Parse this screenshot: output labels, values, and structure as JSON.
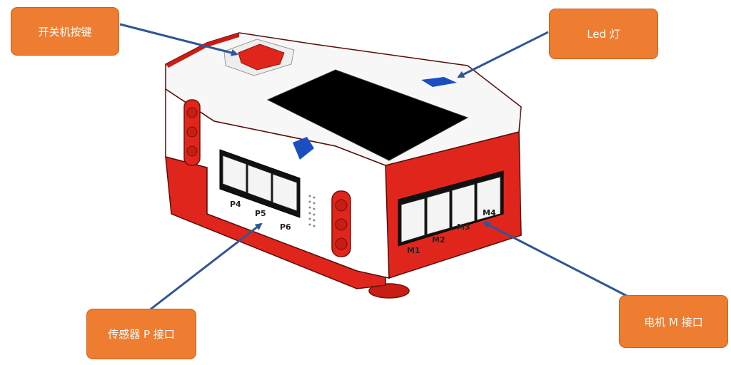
{
  "callouts": {
    "power_button": "开关机按键",
    "led": "Led 灯",
    "sensor_port": "传感器 P 接口",
    "motor_port": "电机 M 接口"
  },
  "port_labels": {
    "sensor": [
      "P4",
      "P5",
      "P6"
    ],
    "motor": [
      "M1",
      "M2",
      "M3",
      "M4"
    ]
  },
  "colors": {
    "callout_fill": "#ee7d31",
    "callout_text": "#ffffff",
    "arrow": "#2f5597",
    "body_red": "#e0261c",
    "screen": "#000000",
    "led_blue": "#1a4fbf"
  }
}
